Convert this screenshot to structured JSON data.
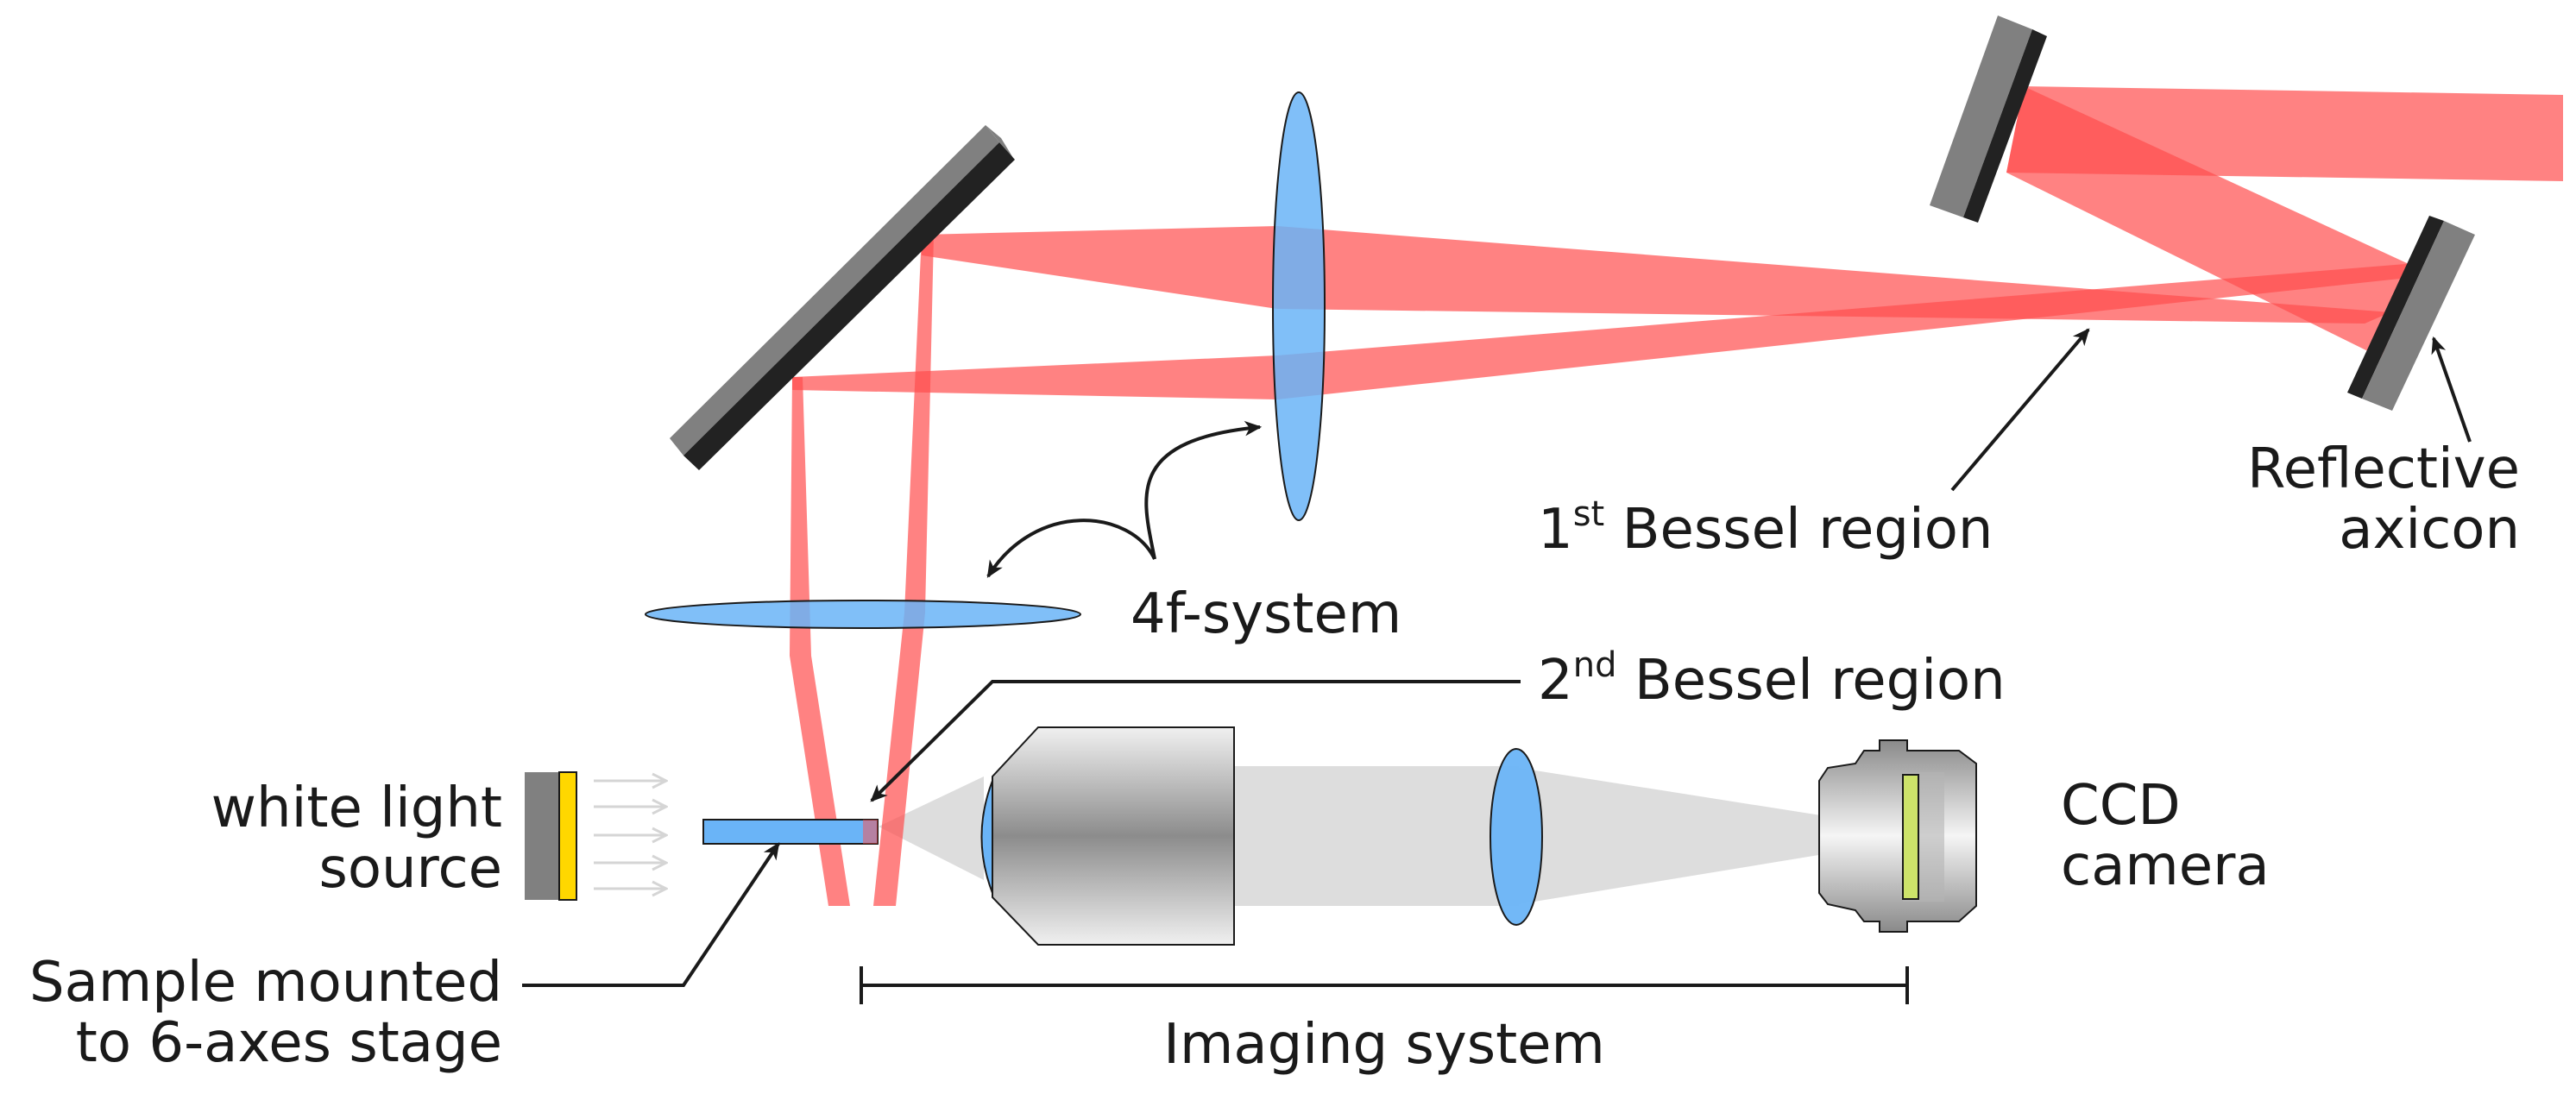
{
  "labels": {
    "bessel1_main": "1",
    "bessel1_sup": "st",
    "bessel1_rest": " Bessel region",
    "bessel2_main": "2",
    "bessel2_sup": "nd",
    "bessel2_rest": " Bessel region",
    "axicon_line1": "Reflective",
    "axicon_line2": "axicon",
    "fourf": "4f-system",
    "white_line1": "white light",
    "white_line2": "source",
    "sample_line1": "Sample mounted",
    "sample_line2": "to 6-axes stage",
    "ccd_line1": "CCD",
    "ccd_line2": "camera",
    "imaging": "Imaging system"
  },
  "colors": {
    "beam": "#ff4d4d",
    "lens": "#6ab4f7",
    "mirror_face": "#808080",
    "mirror_back": "#222222",
    "lamp": "#ffd700",
    "sensor": "#cde36a",
    "imaging_path": "#d9d9d9"
  },
  "icons": [
    "mirror-icon",
    "lens-icon",
    "axicon-icon",
    "objective-icon",
    "ccd-camera-icon",
    "lamp-icon"
  ]
}
